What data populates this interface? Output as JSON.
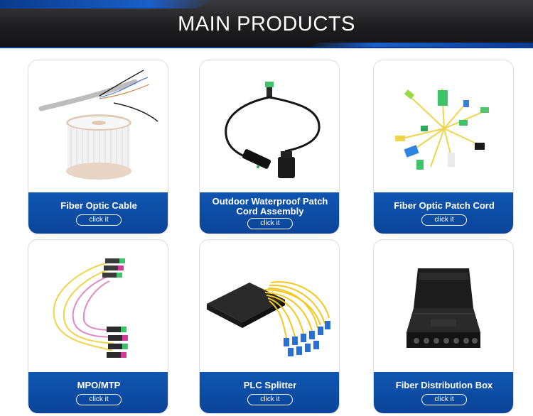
{
  "header": {
    "title": "MAIN PRODUCTS"
  },
  "products": [
    {
      "name": "Fiber Optic Cable",
      "button": "click it"
    },
    {
      "name": "Outdoor Waterproof Patch Cord Assembly",
      "button": "click it"
    },
    {
      "name": "Fiber Optic Patch Cord",
      "button": "click it"
    },
    {
      "name": "MPO/MTP",
      "button": "click it"
    },
    {
      "name": "PLC Splitter",
      "button": "click it"
    },
    {
      "name": "Fiber Distribution Box",
      "button": "click it"
    }
  ],
  "colors": {
    "caption_blue": "#0d4fa8",
    "banner_dark": "#1e1e21",
    "accent_blue": "#1b5fc7"
  }
}
